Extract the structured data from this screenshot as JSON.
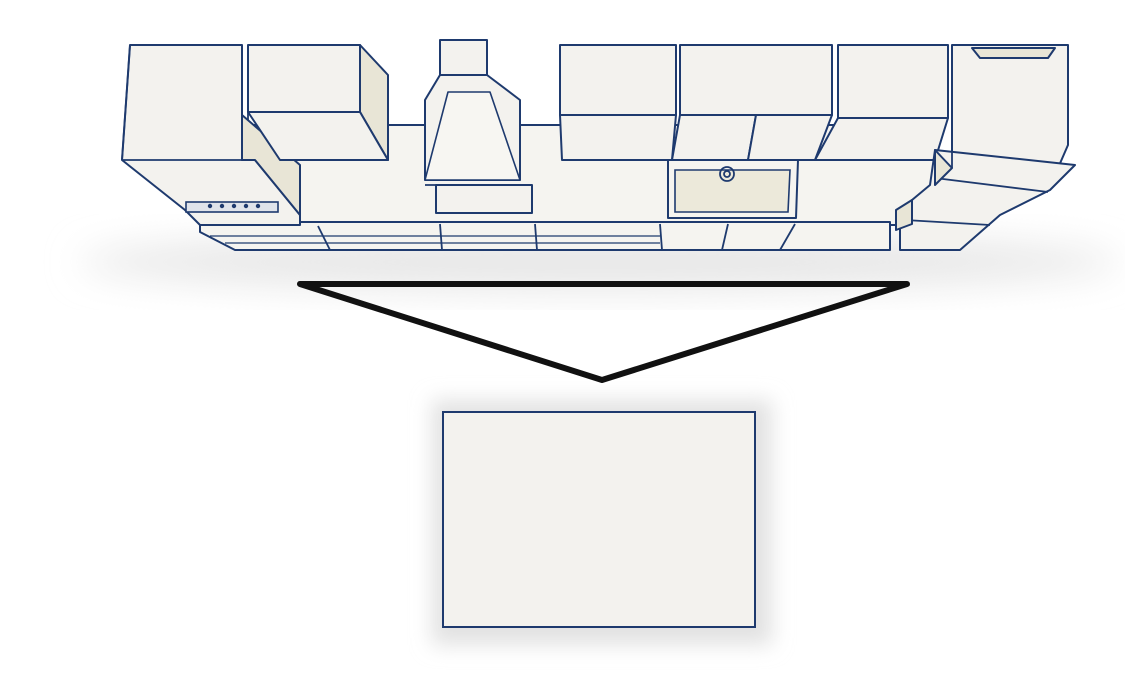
{
  "diagram": {
    "kind": "kitchen-work-triangle-top-view",
    "components": [
      {
        "id": "wall-cabinet-left",
        "label": ""
      },
      {
        "id": "wall-cabinet-2",
        "label": ""
      },
      {
        "id": "range-hood",
        "label": ""
      },
      {
        "id": "stove-cooktop",
        "label": ""
      },
      {
        "id": "wall-cabinet-3",
        "label": ""
      },
      {
        "id": "wall-cabinet-4",
        "label": ""
      },
      {
        "id": "wall-cabinet-5",
        "label": ""
      },
      {
        "id": "sink",
        "label": ""
      },
      {
        "id": "refrigerator",
        "label": ""
      },
      {
        "id": "island",
        "label": ""
      },
      {
        "id": "work-triangle",
        "label": ""
      }
    ]
  },
  "colors": {
    "background": "#ffffff",
    "cabinet_fill": "#f3f2ee",
    "cabinet_side": "#e8e5d6",
    "outline": "#1e3a6e",
    "counter_fill": "#f5f4f0",
    "sink_fill": "#ece9da",
    "triangle": "#111111",
    "shadow": "#e6e6e6"
  }
}
